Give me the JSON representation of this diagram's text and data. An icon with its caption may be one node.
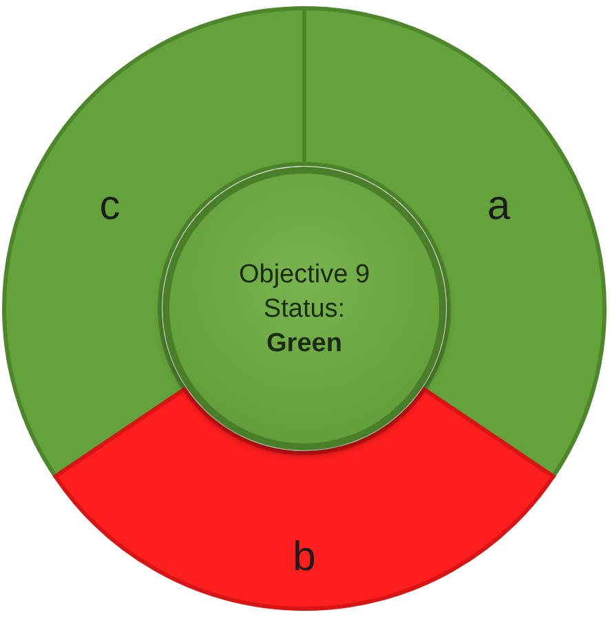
{
  "diagram": {
    "nodes": [
      {
        "text": [
          "c"
        ]
      },
      {
        "text": [
          "Objective 9 Status: **Green**"
        ]
      },
      {
        "text": [
          "a"
        ]
      },
      {
        "text": [
          "b"
        ]
      }
    ]
  }
}
